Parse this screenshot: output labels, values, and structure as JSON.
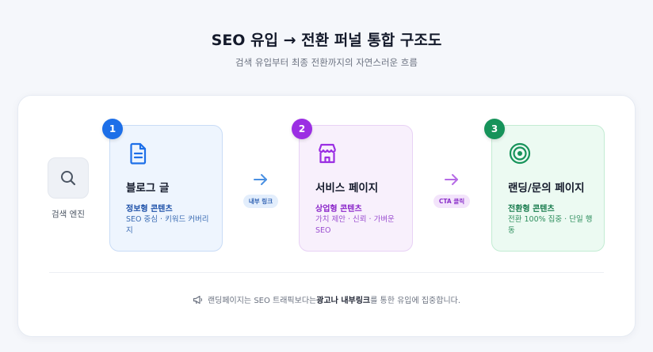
{
  "header": {
    "title": "SEO 유입 → 전환 퍼널 통합 구조도",
    "subtitle": "검색 유입부터 최종 전환까지의 자연스러운 흐름"
  },
  "engine": {
    "label": "검색 엔진",
    "icon": "search-icon"
  },
  "steps": [
    {
      "number": "1",
      "icon": "document-icon",
      "title": "블로그 글",
      "type": "정보형 콘텐츠",
      "desc": "SEO 중심 · 키워드 커버리지",
      "color": "#1d6fe8"
    },
    {
      "number": "2",
      "icon": "store-icon",
      "title": "서비스 페이지",
      "type": "상업형 콘텐츠",
      "desc": "가치 제안 · 신뢰 · 가벼운 SEO",
      "color": "#9b2fe3"
    },
    {
      "number": "3",
      "icon": "target-icon",
      "title": "랜딩/문의 페이지",
      "type": "전환형 콘텐츠",
      "desc": "전환 100% 집중 · 단일 행동",
      "color": "#16935a"
    }
  ],
  "connectors": [
    {
      "label": "내부 링크",
      "icon": "arrow-right-icon",
      "color": "#4a90e2"
    },
    {
      "label": "CTA 클릭",
      "icon": "arrow-right-icon",
      "color": "#b66be6"
    }
  ],
  "note": {
    "icon": "megaphone-icon",
    "prefix": "랜딩페이지는 SEO 트래픽보다는 ",
    "emphasis": "광고나 내부링크",
    "suffix": "를 통한 유입에 집중합니다."
  }
}
